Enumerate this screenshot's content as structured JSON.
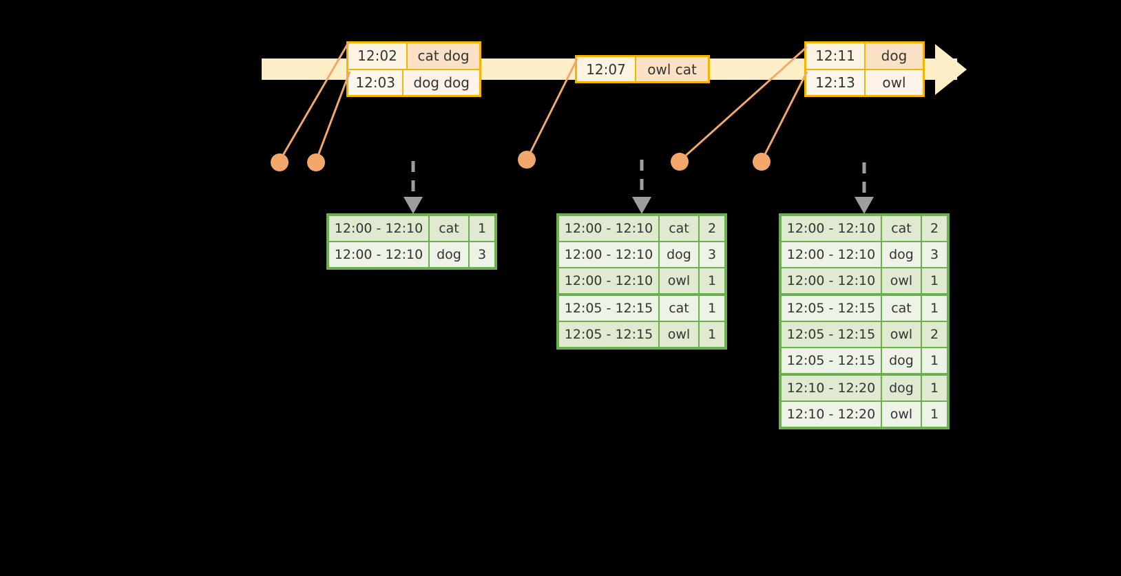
{
  "diagram": {
    "title": "sliding-window-aggregation",
    "colors": {
      "timeline_fill": "#fcefc7",
      "event_border": "#f5b400",
      "event_fill_a": "#fbe1c6",
      "event_fill_b": "#fdf3e8",
      "dot": "#f2a86a",
      "connector": "#f2a86a",
      "arrow": "#9e9e9e",
      "table_border": "#6ab04c",
      "table_fill_a": "#dfead0",
      "table_fill_b": "#eef3e8",
      "background": "#000000"
    }
  },
  "timeline": {
    "name": "event-timeline",
    "events": [
      {
        "id": "e1",
        "time": "12:02",
        "words": "cat dog",
        "shade": "a"
      },
      {
        "id": "e2",
        "time": "12:03",
        "words": "dog dog",
        "shade": "b"
      },
      {
        "id": "e3",
        "time": "12:07",
        "words": "owl cat",
        "shade": "a"
      },
      {
        "id": "e4",
        "time": "12:11",
        "words": "dog",
        "shade": "a"
      },
      {
        "id": "e5",
        "time": "12:13",
        "words": "owl",
        "shade": "b"
      }
    ]
  },
  "markers": [
    {
      "id": "m1",
      "label": "event-marker-12-02"
    },
    {
      "id": "m2",
      "label": "event-marker-12-03"
    },
    {
      "id": "m3",
      "label": "event-marker-12-07"
    },
    {
      "id": "m4",
      "label": "event-marker-12-11"
    },
    {
      "id": "m5",
      "label": "event-marker-12-13"
    }
  ],
  "tables": [
    {
      "id": "t1",
      "name": "result-table-1",
      "rows": [
        {
          "window": "12:00 - 12:10",
          "key": "cat",
          "count": "1",
          "group_end": false
        },
        {
          "window": "12:00 - 12:10",
          "key": "dog",
          "count": "3",
          "group_end": false
        }
      ]
    },
    {
      "id": "t2",
      "name": "result-table-2",
      "rows": [
        {
          "window": "12:00 - 12:10",
          "key": "cat",
          "count": "2",
          "group_end": false
        },
        {
          "window": "12:00 - 12:10",
          "key": "dog",
          "count": "3",
          "group_end": false
        },
        {
          "window": "12:00 - 12:10",
          "key": "owl",
          "count": "1",
          "group_end": true
        },
        {
          "window": "12:05 - 12:15",
          "key": "cat",
          "count": "1",
          "group_end": false
        },
        {
          "window": "12:05 - 12:15",
          "key": "owl",
          "count": "1",
          "group_end": false
        }
      ]
    },
    {
      "id": "t3",
      "name": "result-table-3",
      "rows": [
        {
          "window": "12:00 - 12:10",
          "key": "cat",
          "count": "2",
          "group_end": false
        },
        {
          "window": "12:00 - 12:10",
          "key": "dog",
          "count": "3",
          "group_end": false
        },
        {
          "window": "12:00 - 12:10",
          "key": "owl",
          "count": "1",
          "group_end": true
        },
        {
          "window": "12:05 - 12:15",
          "key": "cat",
          "count": "1",
          "group_end": false
        },
        {
          "window": "12:05 - 12:15",
          "key": "owl",
          "count": "2",
          "group_end": false
        },
        {
          "window": "12:05 - 12:15",
          "key": "dog",
          "count": "1",
          "group_end": true
        },
        {
          "window": "12:10 - 12:20",
          "key": "dog",
          "count": "1",
          "group_end": false
        },
        {
          "window": "12:10 - 12:20",
          "key": "owl",
          "count": "1",
          "group_end": false
        }
      ]
    }
  ]
}
